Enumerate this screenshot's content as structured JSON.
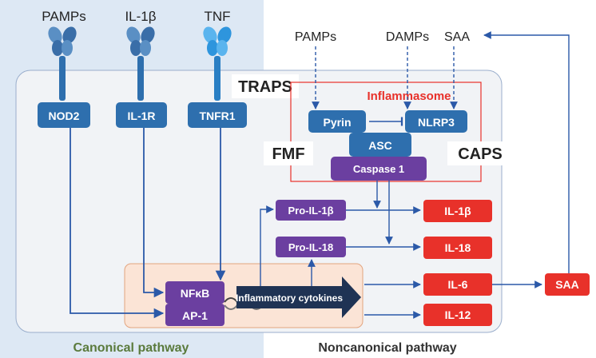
{
  "receptor_ligands": [
    "PAMPs",
    "IL-1β",
    "TNF"
  ],
  "receptors": [
    "NOD2",
    "IL-1R",
    "TNFR1"
  ],
  "inflammasome": {
    "title": "Inflammasome",
    "inputs": [
      "PAMPs",
      "DAMPs",
      "SAA"
    ],
    "pyrin": "Pyrin",
    "nlrp3": "NLRP3",
    "asc": "ASC",
    "caspase": "Caspase 1"
  },
  "diseases": {
    "traps": "TRAPS",
    "fmf": "FMF",
    "caps": "CAPS"
  },
  "transcription": {
    "nfkb": "NFκB",
    "ap1": "AP-1",
    "cytokines": "Inflammatory cytokines"
  },
  "pro_forms": [
    "Pro-IL-1β",
    "Pro-IL-18"
  ],
  "outputs": [
    "IL-1β",
    "IL-18",
    "IL-6",
    "IL-12"
  ],
  "saa_output": "SAA",
  "pathways": {
    "canonical": "Canonical pathway",
    "noncanonical": "Noncanonical pathway"
  },
  "colors": {
    "receptor_blue": "#2e6fae",
    "purple": "#6b3fa0",
    "red": "#e8312a",
    "arrow": "#2b59a8",
    "canonical_bg": "#dde8f4",
    "transcription_bg": "#fbe4d6",
    "label_green": "#5a7a3c"
  }
}
